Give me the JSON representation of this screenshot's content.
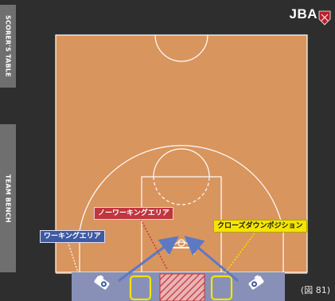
{
  "side_labels": {
    "scorers_table": "SCORER'S TABLE",
    "team_bench": "TEAM BENCH"
  },
  "logo": {
    "text": "JBA"
  },
  "areas": {
    "working_area": "ワーキングエリア",
    "non_working_area": "ノーワーキングエリア",
    "close_down_position": "クローズダウンポジション"
  },
  "figure_label": "(図 81)",
  "colors": {
    "court_wood": "#d9955e",
    "court_lines": "#ffffff",
    "outer_floor": "#2e2e2e",
    "baseline_strip": "#8890b8",
    "working_blue": "#3e5aa3",
    "non_working_red": "#c0363f",
    "close_down_yellow": "#f4e400",
    "arrow_blue": "#5d79c4"
  },
  "icons": [
    "camera-icon-left",
    "camera-icon-right",
    "logo-emblem-icon"
  ]
}
